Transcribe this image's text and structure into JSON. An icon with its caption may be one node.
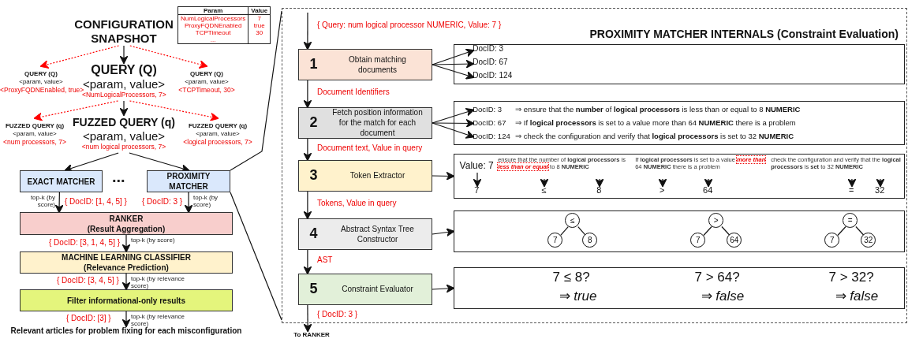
{
  "diagram": {
    "nodes": [
      {
        "text": [
          "CONFIGURATION SNAPSHOT"
        ]
      },
      {
        "text": [
          "QUERY (Q)",
          "<param, value>",
          "<ProxyFQDNEnabled, true>"
        ]
      },
      {
        "text": [
          "QUERY (Q)",
          "<param, value>",
          "<NumLogicalProcessors, 7>"
        ]
      },
      {
        "text": [
          "QUERY (Q)",
          "<param, value>",
          "<TCPTimeout, 30>"
        ]
      },
      {
        "text": [
          "FUZZED QUERY (q)",
          "<param, value>",
          "<num processors, 7>"
        ]
      },
      {
        "text": [
          "FUZZED QUERY (q)",
          "<param, value>",
          "<num logical processors, 7>"
        ]
      },
      {
        "text": [
          "FUZZED QUERY (q)",
          "<param, value>",
          "<logical processors, 7>"
        ]
      },
      {
        "text": [
          "EXACT MATCHER"
        ]
      },
      {
        "text": [
          "PROXIMITY MATCHER"
        ]
      },
      {
        "text": [
          "RANKER",
          "(Result Aggregation)"
        ]
      },
      {
        "text": [
          "MACHINE LEARNING CLASSIFIER",
          "(Relevance Prediction)"
        ]
      },
      {
        "text": [
          "Filter informational-only results"
        ]
      },
      {
        "text": [
          "Relevant articles for problem fixing for each misconfiguration"
        ]
      },
      {
        "text": [
          "PROXIMITY MATCHER INTERNALS (Constraint Evaluation)"
        ]
      },
      {
        "text": [
          "1",
          "Obtain matching documents"
        ],
        "in": 13
      },
      {
        "text": [],
        "shape": "box",
        "in": 13
      },
      {
        "text": [
          "DocID: 3"
        ],
        "in": 15
      },
      {
        "text": [
          "DocID: 67"
        ],
        "in": 15
      },
      {
        "text": [
          "DocID: 124"
        ],
        "in": 15
      },
      {
        "text": [
          "2",
          "Fetch position information for the match for each document"
        ],
        "in": 13
      },
      {
        "text": [],
        "shape": "box",
        "in": 13
      },
      {
        "text": [
          "DocID: 3"
        ],
        "beside": [
          "⇒ ensure that the **number** of **logical processors** is less than or equal to 8 **NUMERIC**"
        ],
        "in": 20
      },
      {
        "text": [
          "DocID: 67"
        ],
        "beside": [
          "⇒ If **logical processors** is set to a value more than 64 **NUMERIC** there is a problem"
        ],
        "in": 20
      },
      {
        "text": [
          "DocID: 124"
        ],
        "beside": [
          "⇒ check the configuration and verify that **logical processors** is set to 32 **NUMERIC**"
        ],
        "in": 20
      },
      {
        "text": [
          "3",
          "Token Extractor"
        ],
        "in": 13
      },
      {
        "text": [],
        "shape": "box",
        "in": 13
      },
      {
        "text": [
          "Value: 7"
        ],
        "in": 25
      },
      {
        "text": [
          "7"
        ],
        "in": 25
      },
      {
        "text": [
          "ensure that the number of **logical processors** is *less than or equal* to 8 **NUMERIC**"
        ],
        "in": 25
      },
      {
        "text": [
          "≤"
        ],
        "in": 25
      },
      {
        "text": [
          "8"
        ],
        "in": 25
      },
      {
        "text": [
          "If **logical processors** is set to a value *more than* 64 **NUMERIC** there is a problem"
        ],
        "in": 25
      },
      {
        "text": [
          ">"
        ],
        "in": 25
      },
      {
        "text": [
          "64"
        ],
        "in": 25
      },
      {
        "text": [
          "check the configuration and verify that the **logical processors** is **set** to 32 **NUMERIC**"
        ],
        "in": 25
      },
      {
        "text": [
          "="
        ],
        "in": 25
      },
      {
        "text": [
          "32"
        ],
        "in": 25
      },
      {
        "text": [
          "4",
          "Abstract Syntax Tree Constructor"
        ],
        "in": 13
      },
      {
        "text": [],
        "shape": "box",
        "in": 13
      },
      {
        "text": [
          "≤"
        ],
        "in": 38
      },
      {
        "text": [
          "7"
        ],
        "in": 38
      },
      {
        "text": [
          "8"
        ],
        "in": 38
      },
      {
        "text": [
          ">"
        ],
        "in": 38
      },
      {
        "text": [
          "7"
        ],
        "in": 38
      },
      {
        "text": [
          "64"
        ],
        "in": 38
      },
      {
        "text": [
          "="
        ],
        "in": 38
      },
      {
        "text": [
          "7"
        ],
        "in": 38
      },
      {
        "text": [
          "32"
        ],
        "in": 38
      },
      {
        "text": [
          "5",
          "Constraint Evaluator"
        ],
        "in": 13
      },
      {
        "text": [
          "7 ≤ 8?",
          "⇒ *true*",
          "7 > 64?",
          "⇒ *false*",
          "7 > 32?",
          "⇒ *false*"
        ],
        "in": 13
      },
      {
        "text": [
          "To RANKER"
        ]
      }
    ],
    "edges": [
      {
        "from": 0,
        "to": 1,
        "arrow": "to",
        "style": "dashed",
        "color": "#ff0000"
      },
      {
        "from": 0,
        "to": 2,
        "arrow": "to"
      },
      {
        "from": 0,
        "to": 3,
        "arrow": "to",
        "style": "dashed",
        "color": "#ff0000"
      },
      {
        "from": 2,
        "to": 4,
        "arrow": "to",
        "style": "dashed",
        "color": "#ff0000"
      },
      {
        "from": 2,
        "to": 5,
        "arrow": "to"
      },
      {
        "from": 2,
        "to": 6,
        "arrow": "to",
        "style": "dashed",
        "color": "#ff0000"
      },
      {
        "from": 5,
        "to": 7,
        "arrow": "to"
      },
      {
        "from": 5,
        "to": 8,
        "arrow": "to"
      },
      {
        "from": 7,
        "to": 9,
        "arrow": "to",
        "label": "{ DocID: [1, 4, 5] }"
      },
      {
        "from": 8,
        "to": 9,
        "arrow": "to",
        "label": "{ DocID: 3 }"
      },
      {
        "from": 9,
        "to": 10,
        "arrow": "to",
        "label": "{ DocID: [3, 1, 4, 5] }"
      },
      {
        "from": 10,
        "to": 11,
        "arrow": "to",
        "label": "{ DocID: [3, 4, 5] }"
      },
      {
        "from": 11,
        "to": 12,
        "arrow": "to",
        "label": "{ DocID: [3] }"
      },
      {
        "from": 8,
        "to": 13,
        "arrow": "none"
      },
      {
        "from": 8,
        "to": 13,
        "arrow": "none"
      },
      {
        "from": null,
        "to": 14,
        "arrow": "to",
        "label": "{ Query: num logical processor NUMERIC, Value: 7 }"
      },
      {
        "from": 14,
        "to": 16,
        "arrow": "to"
      },
      {
        "from": 14,
        "to": 17,
        "arrow": "to"
      },
      {
        "from": 14,
        "to": 18,
        "arrow": "to"
      },
      {
        "from": 14,
        "to": 19,
        "arrow": "to",
        "label": "Document Identifiers"
      },
      {
        "from": 19,
        "to": 21,
        "arrow": "to"
      },
      {
        "from": 19,
        "to": 22,
        "arrow": "to"
      },
      {
        "from": 19,
        "to": 23,
        "arrow": "to"
      },
      {
        "from": 19,
        "to": 24,
        "arrow": "to",
        "label": "Document text, Value in query"
      },
      {
        "from": 24,
        "to": 25,
        "arrow": "to"
      },
      {
        "from": 26,
        "to": 27,
        "arrow": "to"
      },
      {
        "from": 28,
        "to": 29,
        "arrow": "to"
      },
      {
        "from": 28,
        "to": 30,
        "arrow": "to"
      },
      {
        "from": 31,
        "to": 32,
        "arrow": "to"
      },
      {
        "from": 31,
        "to": 33,
        "arrow": "to"
      },
      {
        "from": 34,
        "to": 35,
        "arrow": "to"
      },
      {
        "from": 34,
        "to": 36,
        "arrow": "to"
      },
      {
        "from": 24,
        "to": 37,
        "arrow": "to",
        "label": "Tokens, Value in query"
      },
      {
        "from": 37,
        "to": 38,
        "arrow": "to"
      },
      {
        "from": 39,
        "to": 40,
        "arrow": "none"
      },
      {
        "from": 39,
        "to": 41,
        "arrow": "none"
      },
      {
        "from": 42,
        "to": 43,
        "arrow": "none"
      },
      {
        "from": 42,
        "to": 44,
        "arrow": "none"
      },
      {
        "from": 45,
        "to": 46,
        "arrow": "none"
      },
      {
        "from": 45,
        "to": 47,
        "arrow": "none"
      },
      {
        "from": 37,
        "to": 48,
        "arrow": "to",
        "label": "AST"
      },
      {
        "from": 48,
        "to": 49,
        "arrow": "to"
      },
      {
        "from": 48,
        "to": 50,
        "arrow": "to",
        "label": "{ DocID: 3 }"
      }
    ],
    "labels": [
      "Param",
      "Value",
      "NumLogicalProcessors",
      "7",
      "ProxyFQDNEnabled",
      "true",
      "TCPTimeout",
      "30",
      "...",
      "...",
      "top-k (by score)",
      "top-k (by score)",
      "top-k (by score)",
      "top-k (by relevance score)",
      "top-k (by relevance score)"
    ]
  }
}
